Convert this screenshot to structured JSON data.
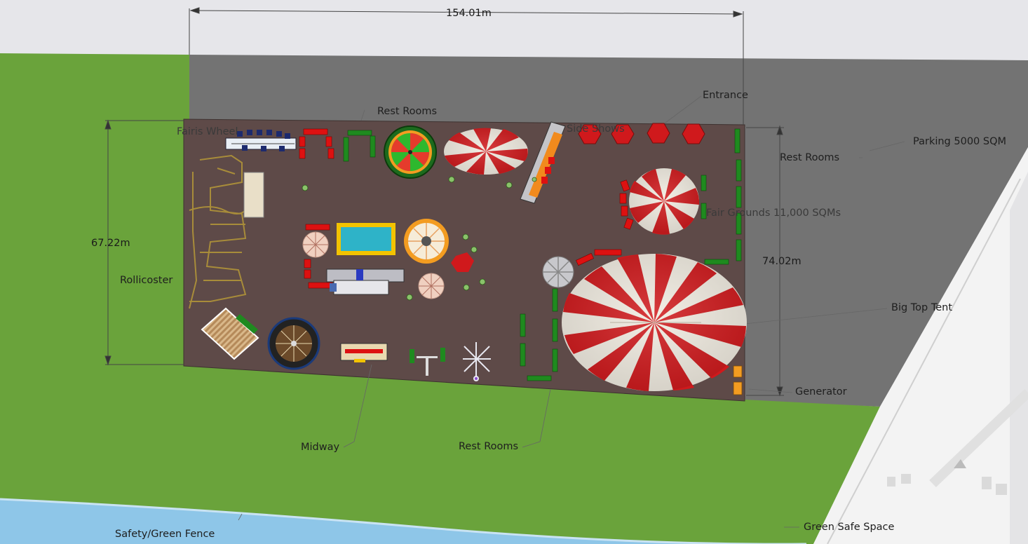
{
  "dimensions": {
    "width": "154.01m",
    "left_height": "67.22m",
    "right_height": "74.02m"
  },
  "labels": {
    "entrance": "Entrance",
    "rest_rooms_top": "Rest Rooms",
    "fairis_wheel": "Fairis Wheel",
    "side_shows": "Side Shows",
    "rest_rooms_right": "Rest Rooms",
    "parking": "Parking 5000 SQM",
    "fair_grounds": "Fair Grounds 11,000 SQMs",
    "rollicoster": "Rollicoster",
    "big_top_tent": "Big Top Tent",
    "generator": "Generator",
    "midway": "Midway",
    "rest_rooms_bottom": "Rest Rooms",
    "safety_fence": "Safety/Green Fence",
    "green_safe_space": "Green Safe Space"
  },
  "colors": {
    "sky": "#e6e6ea",
    "grass": "#6aa33b",
    "parking": "#737373",
    "fairground": "#5e4a48",
    "water": "#8ec6e8",
    "tent_red": "#d0191c",
    "tent_white": "#f2ede2",
    "restroom_green": "#1f8a1f",
    "road": "#f4f4f4"
  }
}
